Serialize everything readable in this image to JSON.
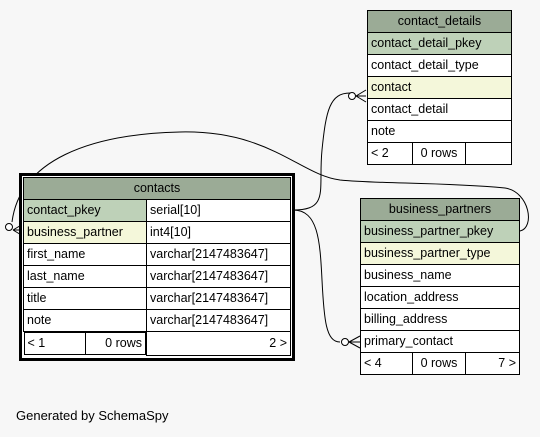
{
  "diagram": {
    "credit": "Generated by SchemaSpy",
    "tables": {
      "contact_details": {
        "name": "contact_details",
        "columns": [
          "contact_detail_pkey",
          "contact_detail_type",
          "contact",
          "contact_detail",
          "note"
        ],
        "footer": {
          "parents": "< 2",
          "rows": "0 rows",
          "children": ""
        }
      },
      "contacts": {
        "name": "contacts",
        "columns": [
          {
            "name": "contact_pkey",
            "type": "serial[10]"
          },
          {
            "name": "business_partner",
            "type": "int4[10]"
          },
          {
            "name": "first_name",
            "type": "varchar[2147483647]"
          },
          {
            "name": "last_name",
            "type": "varchar[2147483647]"
          },
          {
            "name": "title",
            "type": "varchar[2147483647]"
          },
          {
            "name": "note",
            "type": "varchar[2147483647]"
          }
        ],
        "footer": {
          "parents": "< 1",
          "rows": "0 rows",
          "children": "2 >"
        }
      },
      "business_partners": {
        "name": "business_partners",
        "columns": [
          "business_partner_pkey",
          "business_partner_type",
          "business_name",
          "location_address",
          "billing_address",
          "primary_contact"
        ],
        "footer": {
          "parents": "< 4",
          "rows": "0 rows",
          "children": "7 >"
        }
      }
    },
    "colors": {
      "header": "#9bab96",
      "primary_key": "#bed1b8",
      "foreign_key": "#f4f7da",
      "background": "#f7f7f7"
    }
  }
}
